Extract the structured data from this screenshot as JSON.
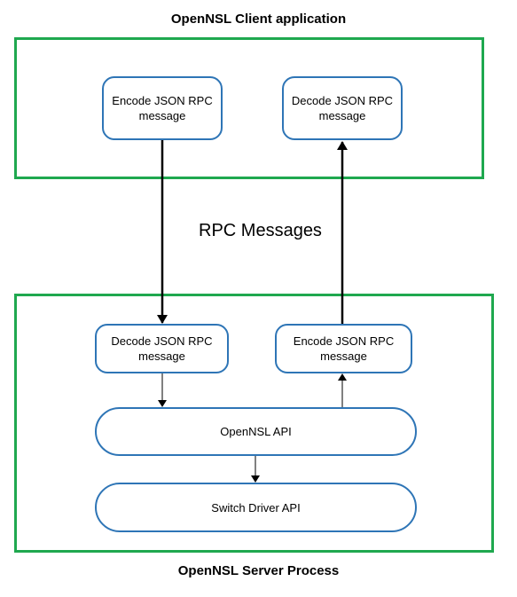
{
  "diagram": {
    "client_title": "OpenNSL Client application",
    "server_title": "OpenNSL Server Process",
    "rpc_label": "RPC Messages",
    "nodes": {
      "client_encode": "Encode JSON RPC\nmessage",
      "client_decode": "Decode JSON RPC\nmessage",
      "server_decode": "Decode JSON RPC\nmessage",
      "server_encode": "Encode JSON RPC\nmessage",
      "opennsl_api": "OpenNSL API",
      "switch_driver_api": "Switch Driver API"
    },
    "colors": {
      "group_border": "#1fa84f",
      "node_border": "#2e75b6",
      "arrow": "#000000"
    }
  }
}
